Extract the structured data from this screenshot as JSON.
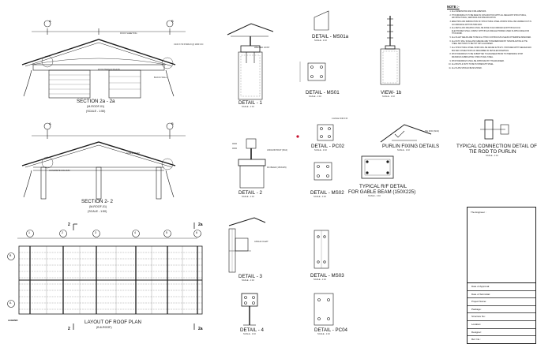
{
  "sections": {
    "s2a_title": "SECTION 2a - 2a",
    "s2a_sub": "(M-ROOF-01)",
    "s2a_scale": "(SCALE - 1:50)",
    "s22_title": "SECTION 2- 2",
    "s22_sub": "(M-ROOF-01)",
    "s22_scale": "(SCALE - 1:50)",
    "plan_title": "LAYOUT OF ROOF PLAN",
    "plan_sub": "(B-6-ROOF)"
  },
  "details": {
    "d1": "DETAIL - 1",
    "d1_scale": "SCALE - 1:10",
    "d2": "DETAIL - 2",
    "d2_scale": "SCALE - 1:10",
    "d3": "DETAIL - 3",
    "d3_scale": "SCALE - 1:10",
    "d4": "DETAIL - 4",
    "d4_scale": "SCALE - 1:10",
    "ms01a": "DETAIL - MS01a",
    "ms01a_scale": "SCALE - 1:10",
    "ms01": "DETAIL - MS01",
    "ms01_scale": "SCALE - 1:10",
    "view1b": "VIEW- 1b",
    "view1b_scale": "SCALE - 1:10",
    "pc02": "DETAIL - PC02",
    "pc02_scale": "SCALE - 1:10",
    "ms02": "DETAIL - MS02",
    "ms02_scale": "SCALE - 1:10",
    "ms03": "DETAIL - MS03",
    "ms03_scale": "SCALE - 1:10",
    "pc04": "DETAIL - PC04",
    "pc04_scale": "SCALE - 1:10",
    "purlin": "PURLIN FIXING DETAILS",
    "purlin_scale": "SCALE - 1:10",
    "typical1": "TYPICAL CONNECTION DETAIL OF",
    "typical2": "TIE ROD TO PURLIN",
    "typical_scale": "SCALE - 1:10",
    "rf1": "TYPICAL R/F DETAIL",
    "rf2": "FOR GABLE BEAM (150X225)",
    "rf_scale": "SCALE - 1:10"
  },
  "notes": {
    "heading": "NOTE :-",
    "items": [
      "ALL DIMENSIONS ARE IN MILLIMETERS.",
      "THIS DRAWING IS TO BE READ IN CONJUNCTION WITH ALL RELEVANT STRUCTURAL, ARCHITECTURAL, SERVICES AND SPECIFICATION.",
      "ERECTION AND FABRICATION OF STRUCTURAL STEEL WORKS SHALL BE CARRIED OUT IN ACCORDANCE WITH BS 5950:2000.",
      "ALL METAL ARC WELDING SHALL BE DONE IN ACCORDANCE WITH BS EN 1011 ELECTRODES SHALL COMPLY WITH BS EN 499 ELECTRODES USED IS APPLICABLE FOR THIS WORK.",
      "ALL FILLET WELDS ARE TO BE 6mm THICK CONTINUOUS UNLESS OTHERWISE SPECIFIED.",
      "ALL RUST, MILL SCALE AND GREASE ARE TO BE REMOVED BY HAND BLASTING & THE STEEL SECTIONS TO BE HOT DIP GALVANISED.",
      "ALL STRUCTURAL STEEL WORK WILL BE GRADE S275 ETC. PROVIDED WITH WELDED AND BOLTED CONNECTIONS AS DESCRIBED IN DETAILED DRAWINGS.",
      "SHOP DRAWINGS TO BE SUBMITTED TO ENGINEER PRIOR TO PREPARING SHOP DRAWINGS FABRICATING STRUCTURAL STEEL.",
      "SHOP DRAWINGS SHALL BE APPROVED BY THE ENGINEER.",
      "ALL BOLTS & NUTS TO BE HI-STRENGTH STEEL.",
      "ALL PLATE SHOULD BE MS-PATED."
    ]
  },
  "title_block": {
    "engineer": "The Engineer :",
    "rows": [
      "Date of Approval:",
      "Date of Submittal:",
      "Project Name:",
      "Package:",
      "Structure No:",
      "Location:",
      "Designer:",
      "Ref. No.:"
    ]
  },
  "plan": {
    "grid_top": [
      "1",
      "2",
      "3",
      "4",
      "5",
      "6"
    ],
    "grid_side": [
      "B",
      "A"
    ],
    "marker": "2a",
    "marker2": "2",
    "legend": "LEGEND"
  },
  "grid_marks": {
    "a": "A",
    "b": "B"
  },
  "annot": {
    "roof_sheet": "ROOF SHEETING",
    "purlin": "C100 X 50 PURLIN @ 1000 C/C",
    "roof_beam": "ROOF BEAM (150x225)",
    "gable": "GABLE BEAM",
    "block": "BLOCK WALL",
    "column": "CONCRETE COLUMN",
    "welded": "WELDED JOINT",
    "anchor": "ANCHOR BOLT (M12)",
    "rc_beam": "RC BEAM (150X225)",
    "fix": "4 HOLE FOR FIX",
    "cleat": "ANGLE CLEAT",
    "tie": "TIE ROD (M16)"
  },
  "colors": {
    "ink": "#1a1a1a",
    "accent": "#c8102e"
  },
  "icons": {
    "grid_marker": "circle-grid-marker-icon",
    "section_marker": "section-arrow-icon"
  }
}
